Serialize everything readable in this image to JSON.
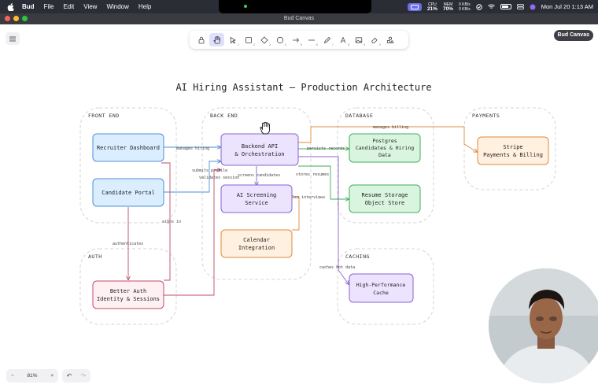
{
  "menubar": {
    "items": [
      "Bud",
      "File",
      "Edit",
      "View",
      "Window",
      "Help"
    ],
    "cpu_label": "CPU",
    "cpu_value": "21%",
    "mem_label": "MEM",
    "mem_value": "70%",
    "net_up": "0 KB/s",
    "net_down": "0 KB/s",
    "clock": "Mon Jul 20  1:13 AM"
  },
  "window": {
    "title": "Bud Canvas"
  },
  "toolbar": {
    "tools": [
      {
        "name": "lock",
        "num": ""
      },
      {
        "name": "hand",
        "num": ""
      },
      {
        "name": "select",
        "num": "1"
      },
      {
        "name": "rectangle",
        "num": "2"
      },
      {
        "name": "diamond",
        "num": "3"
      },
      {
        "name": "ellipse",
        "num": "4"
      },
      {
        "name": "arrow",
        "num": "5"
      },
      {
        "name": "line",
        "num": "6"
      },
      {
        "name": "draw",
        "num": "7"
      },
      {
        "name": "text",
        "num": "8"
      },
      {
        "name": "image",
        "num": "9"
      },
      {
        "name": "eraser",
        "num": "0"
      },
      {
        "name": "extra",
        "num": ""
      }
    ],
    "app_badge": "Bud Canvas"
  },
  "diagram": {
    "title": "AI Hiring Assistant — Production Architecture",
    "groups": {
      "frontend": "FRONT END",
      "backend": "BACK END",
      "database": "DATABASE",
      "payments": "PAYMENTS",
      "auth": "AUTH",
      "caching": "CACHING"
    },
    "nodes": {
      "recruiter": "Recruiter Dashboard",
      "candidate": "Candidate Portal",
      "backend_l1": "Backend API",
      "backend_l2": "& Orchestration",
      "ai_l1": "AI Screening",
      "ai_l2": "Service",
      "calendar_l1": "Calendar",
      "calendar_l2": "Integration",
      "postgres_l1": "Postgres",
      "postgres_l2": "Candidates & Hiring",
      "postgres_l3": "Data",
      "storage_l1": "Resume Storage",
      "storage_l2": "Object Store",
      "stripe_l1": "Stripe",
      "stripe_l2": "Payments & Billing",
      "auth_l1": "Better Auth",
      "auth_l2": "Identity & Sessions",
      "cache_l1": "High-Performance",
      "cache_l2": "Cache"
    },
    "edges": {
      "manages_hiring": "manages hiring",
      "submits_profile": "submits profile",
      "validates_session": "validates session",
      "screens_candidates": "screens candidates",
      "persists_records": "persists records",
      "stores_resumes": "stores resumes",
      "schedules_interviews": "schedules interviews",
      "manages_billing": "manages billing",
      "signs_in": "signs in",
      "authenticates": "authenticates",
      "caches_hot_data": "caches hot data"
    },
    "colors": {
      "blue_fill": "#dbeeff",
      "blue_stroke": "#4d8fd6",
      "purple_fill": "#ece3ff",
      "purple_stroke": "#8a63d2",
      "green_fill": "#daf5df",
      "green_stroke": "#3fae5a",
      "orange_fill": "#fff0e0",
      "orange_stroke": "#e08a3c",
      "pink_fill": "#fff0f3",
      "pink_stroke": "#c04b6a"
    }
  },
  "zoom": {
    "minus": "−",
    "value": "81%",
    "plus": "+"
  },
  "undo": {
    "undo": "↶",
    "redo": "↷"
  }
}
